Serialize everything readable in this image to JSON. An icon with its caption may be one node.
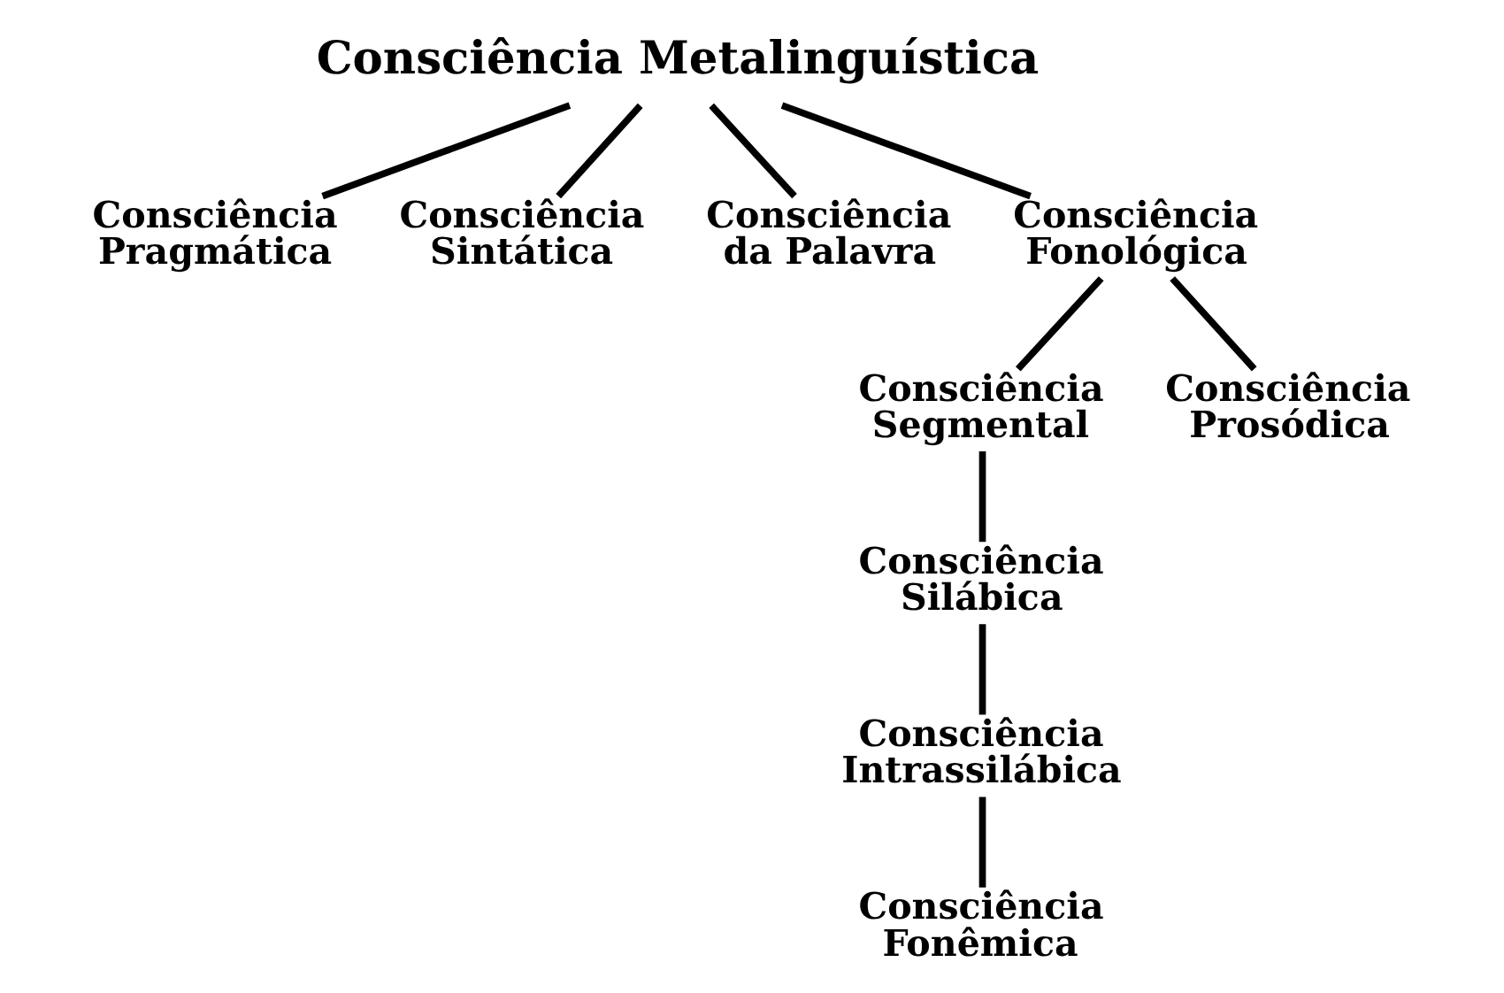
{
  "diagram": {
    "nodes": [
      {
        "text": [
          "Consciência Metalinguística"
        ]
      },
      {
        "text": [
          "Consciência Pragmática"
        ]
      },
      {
        "text": [
          "Consciência Sintática"
        ]
      },
      {
        "text": [
          "Consciência da Palavra"
        ]
      },
      {
        "text": [
          "Consciência Fonológica"
        ]
      },
      {
        "text": [
          "Consciência Segmental"
        ]
      },
      {
        "text": [
          "Consciência Prosódica"
        ]
      },
      {
        "text": [
          "Consciência Silábica"
        ]
      },
      {
        "text": [
          "Consciência Intrassilábica"
        ]
      },
      {
        "text": [
          "Consciência Fonêmica"
        ]
      }
    ],
    "edges": [
      {
        "from": 0,
        "to": 1,
        "arrow": "none"
      },
      {
        "from": 0,
        "to": 2,
        "arrow": "none"
      },
      {
        "from": 0,
        "to": 3,
        "arrow": "none"
      },
      {
        "from": 0,
        "to": 4,
        "arrow": "none"
      },
      {
        "from": 4,
        "to": 5,
        "arrow": "none"
      },
      {
        "from": 4,
        "to": 6,
        "arrow": "none"
      },
      {
        "from": 5,
        "to": 7,
        "arrow": "none"
      },
      {
        "from": 7,
        "to": 8,
        "arrow": "none"
      },
      {
        "from": 8,
        "to": 9,
        "arrow": "none"
      }
    ]
  }
}
